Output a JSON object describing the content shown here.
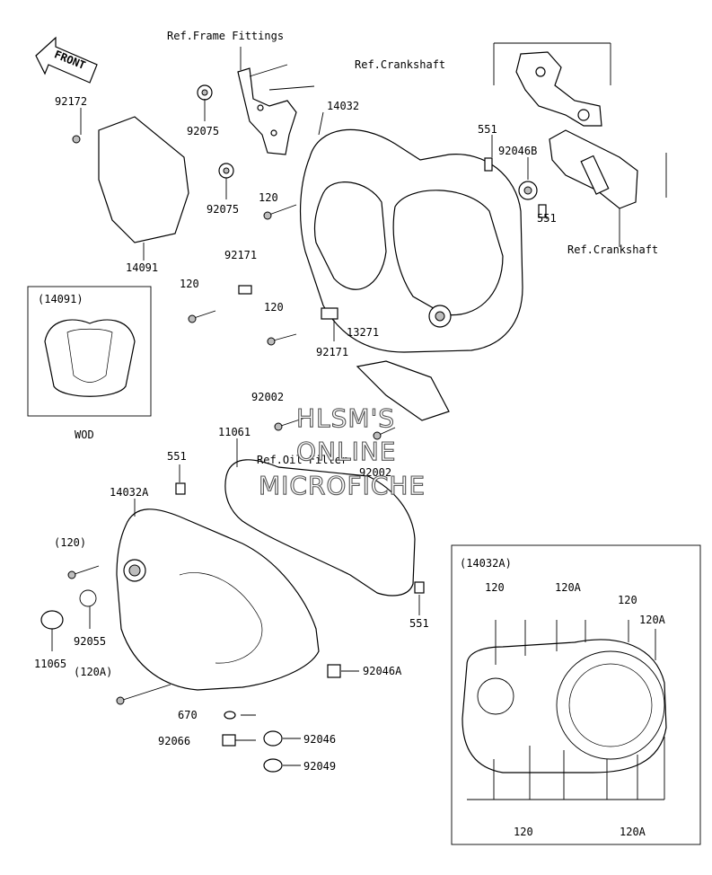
{
  "front_arrow": {
    "label": "FRONT"
  },
  "refs": {
    "frame_fittings": "Ref.Frame Fittings",
    "crankshaft_top": "Ref.Crankshaft",
    "crankshaft_right": "Ref.Crankshaft",
    "oil_filter": "Ref.Oil Filter"
  },
  "part_labels": {
    "p92172": "92172",
    "p92075_a": "92075",
    "p92075_b": "92075",
    "p14091": "14091",
    "p14032": "14032",
    "p551_top": "551",
    "p92046B": "92046B",
    "p551_mid": "551",
    "p120_a": "120",
    "p92171_a": "92171",
    "p120_b": "120",
    "p120_c": "120",
    "p13271": "13271",
    "p92171_b": "92171",
    "p92002_a": "92002",
    "p11061": "11061",
    "p92002_b": "92002",
    "p551_left": "551",
    "p14032A": "14032A",
    "p120_paren": "(120)",
    "p92055": "92055",
    "p11065": "11065",
    "p120A_paren": "(120A)",
    "p92046A": "92046A",
    "p670": "670",
    "p92066": "92066",
    "p92046": "92046",
    "p92049": "92049",
    "p551_right": "551"
  },
  "inset_wod": {
    "title": "(14091)",
    "caption": "WOD"
  },
  "inset_cover": {
    "title": "(14032A)",
    "top_120_a": "120",
    "top_120A_a": "120A",
    "top_120_b": "120",
    "top_120A_b": "120A",
    "bottom_120": "120",
    "bottom_120A": "120A"
  },
  "watermark": {
    "line1": "HLSM'S",
    "line2": "ONLINE",
    "line3": "MICROFICHE"
  }
}
